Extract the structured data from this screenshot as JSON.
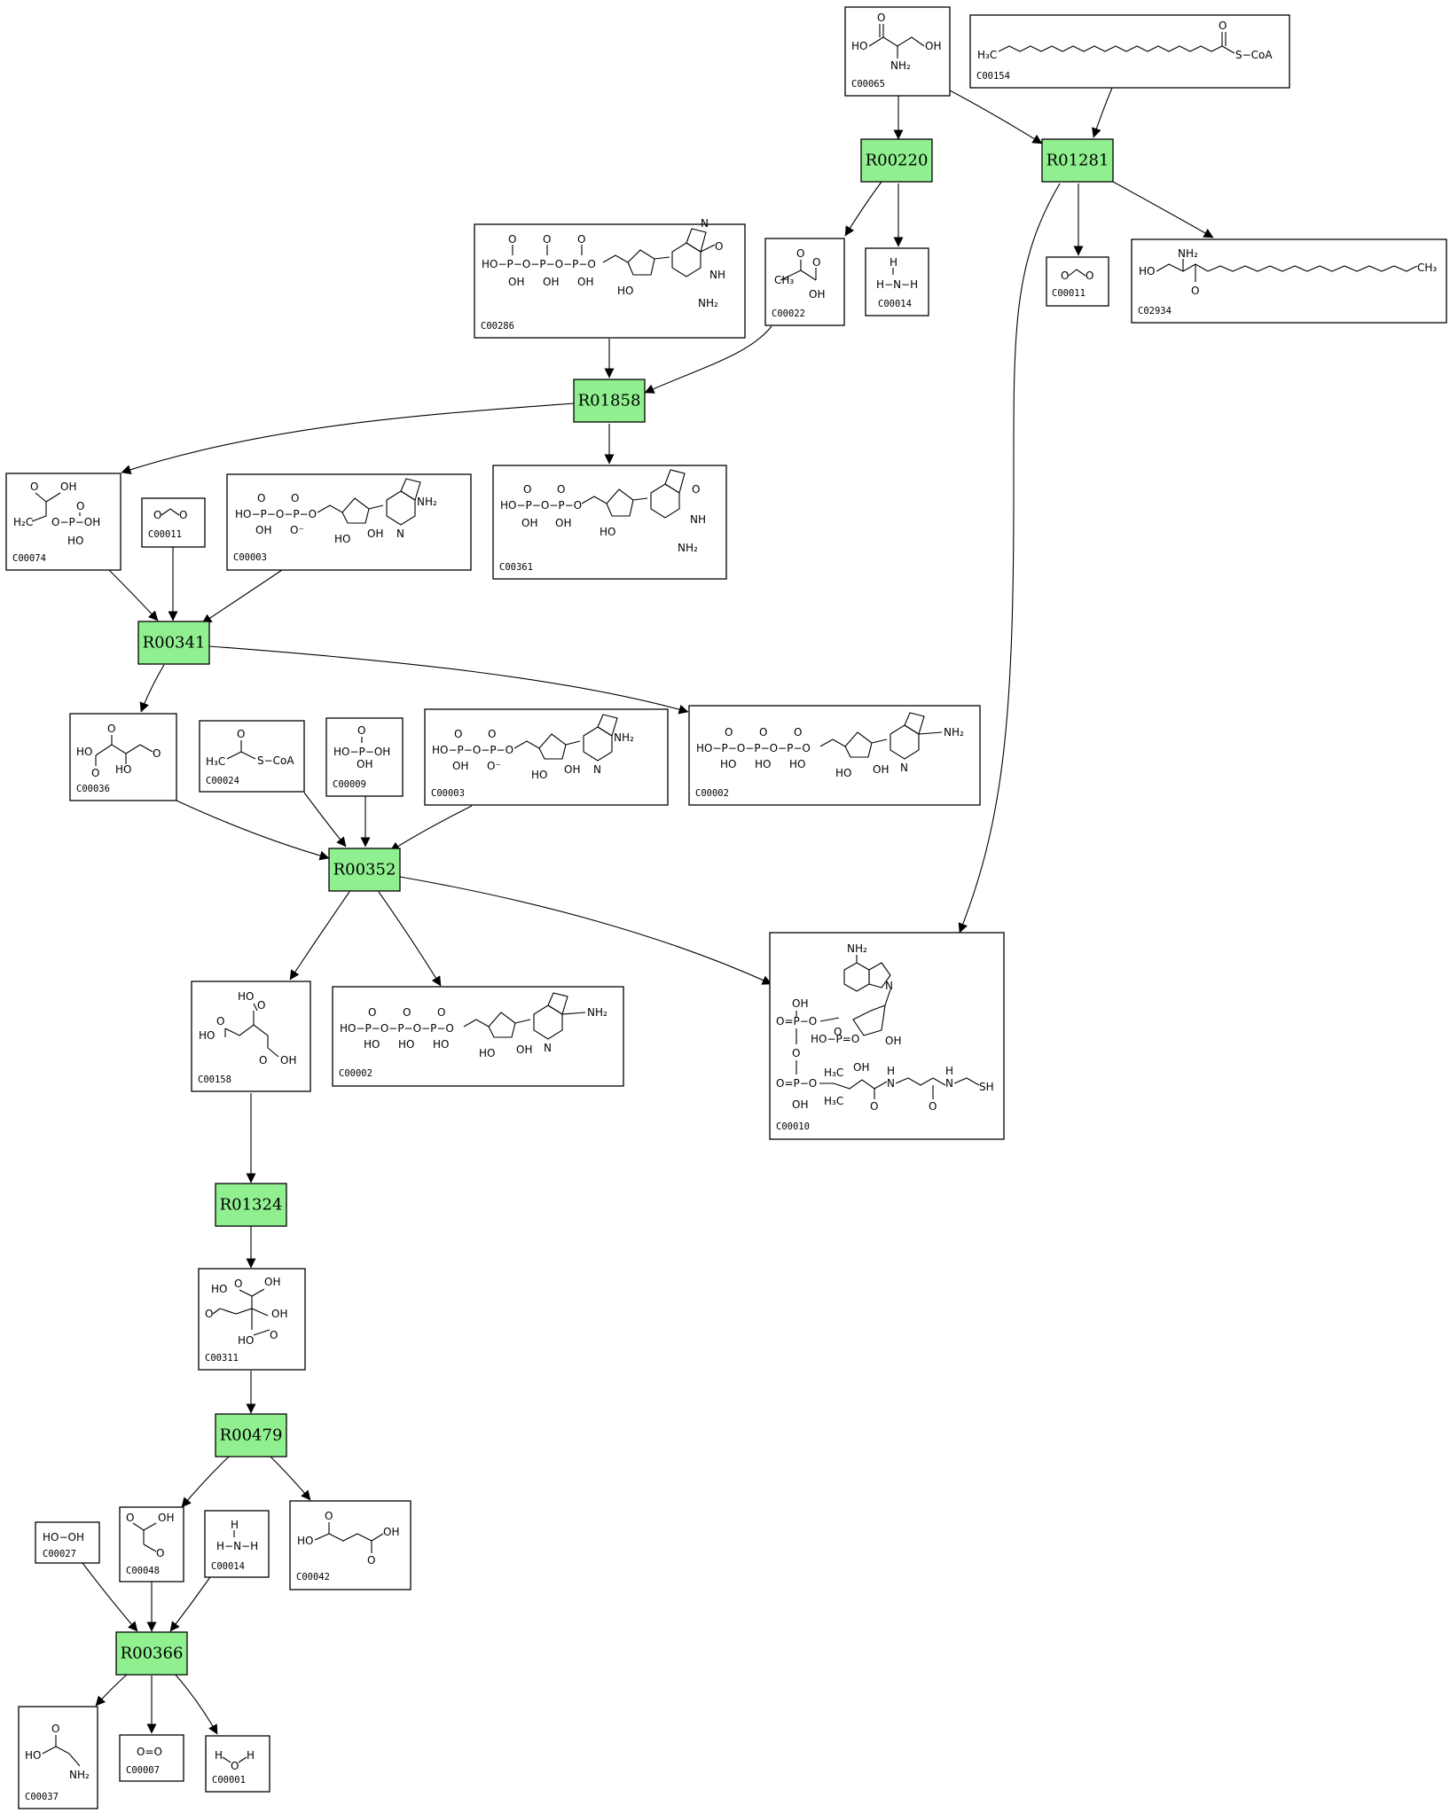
{
  "diagram": {
    "compounds": [
      {
        "id": "C00065",
        "label": "C00065"
      },
      {
        "id": "C00154",
        "label": "C00154"
      },
      {
        "id": "C00286",
        "label": "C00286"
      },
      {
        "id": "C00022",
        "label": "C00022"
      },
      {
        "id": "C00014a",
        "label": "C00014"
      },
      {
        "id": "C00011a",
        "label": "C00011"
      },
      {
        "id": "C02934",
        "label": "C02934"
      },
      {
        "id": "C00074",
        "label": "C00074"
      },
      {
        "id": "C00011b",
        "label": "C00011"
      },
      {
        "id": "C00003a",
        "label": "C00003"
      },
      {
        "id": "C00361",
        "label": "C00361"
      },
      {
        "id": "C00036",
        "label": "C00036"
      },
      {
        "id": "C00024",
        "label": "C00024"
      },
      {
        "id": "C00009",
        "label": "C00009"
      },
      {
        "id": "C00003b",
        "label": "C00003"
      },
      {
        "id": "C00002a",
        "label": "C00002"
      },
      {
        "id": "C00158",
        "label": "C00158"
      },
      {
        "id": "C00002b",
        "label": "C00002"
      },
      {
        "id": "C00010",
        "label": "C00010"
      },
      {
        "id": "C00311",
        "label": "C00311"
      },
      {
        "id": "C00027",
        "label": "C00027"
      },
      {
        "id": "C00048",
        "label": "C00048"
      },
      {
        "id": "C00014b",
        "label": "C00014"
      },
      {
        "id": "C00042",
        "label": "C00042"
      },
      {
        "id": "C00037",
        "label": "C00037"
      },
      {
        "id": "C00007",
        "label": "C00007"
      },
      {
        "id": "C00001",
        "label": "C00001"
      }
    ],
    "reactions": [
      {
        "id": "R00220",
        "label": "R00220"
      },
      {
        "id": "R01281",
        "label": "R01281"
      },
      {
        "id": "R01858",
        "label": "R01858"
      },
      {
        "id": "R00341",
        "label": "R00341"
      },
      {
        "id": "R00352",
        "label": "R00352"
      },
      {
        "id": "R01324",
        "label": "R01324"
      },
      {
        "id": "R00479",
        "label": "R00479"
      },
      {
        "id": "R00366",
        "label": "R00366"
      }
    ],
    "edges": [
      {
        "from": "C00065",
        "to": "R00220"
      },
      {
        "from": "C00065",
        "to": "R01281"
      },
      {
        "from": "C00154",
        "to": "R01281"
      },
      {
        "from": "R00220",
        "to": "C00022"
      },
      {
        "from": "R00220",
        "to": "C00014a"
      },
      {
        "from": "R01281",
        "to": "C00011a"
      },
      {
        "from": "R01281",
        "to": "C02934"
      },
      {
        "from": "R01281",
        "to": "C00010"
      },
      {
        "from": "C00286",
        "to": "R01858"
      },
      {
        "from": "C00022",
        "to": "R01858"
      },
      {
        "from": "R01858",
        "to": "C00074"
      },
      {
        "from": "R01858",
        "to": "C00361"
      },
      {
        "from": "C00074",
        "to": "R00341"
      },
      {
        "from": "C00011b",
        "to": "R00341"
      },
      {
        "from": "C00003a",
        "to": "R00341"
      },
      {
        "from": "R00341",
        "to": "C00036"
      },
      {
        "from": "R00341",
        "to": "C00002a"
      },
      {
        "from": "C00036",
        "to": "R00352"
      },
      {
        "from": "C00024",
        "to": "R00352"
      },
      {
        "from": "C00009",
        "to": "R00352"
      },
      {
        "from": "C00003b",
        "to": "R00352"
      },
      {
        "from": "R00352",
        "to": "C00158"
      },
      {
        "from": "R00352",
        "to": "C00002b"
      },
      {
        "from": "R00352",
        "to": "C00010"
      },
      {
        "from": "C00158",
        "to": "R01324"
      },
      {
        "from": "R01324",
        "to": "C00311"
      },
      {
        "from": "C00311",
        "to": "R00479"
      },
      {
        "from": "R00479",
        "to": "C00048"
      },
      {
        "from": "R00479",
        "to": "C00042"
      },
      {
        "from": "C00027",
        "to": "R00366"
      },
      {
        "from": "C00048",
        "to": "R00366"
      },
      {
        "from": "C00014b",
        "to": "R00366"
      },
      {
        "from": "R00366",
        "to": "C00037"
      },
      {
        "from": "R00366",
        "to": "C00007"
      },
      {
        "from": "R00366",
        "to": "C00001"
      }
    ]
  }
}
